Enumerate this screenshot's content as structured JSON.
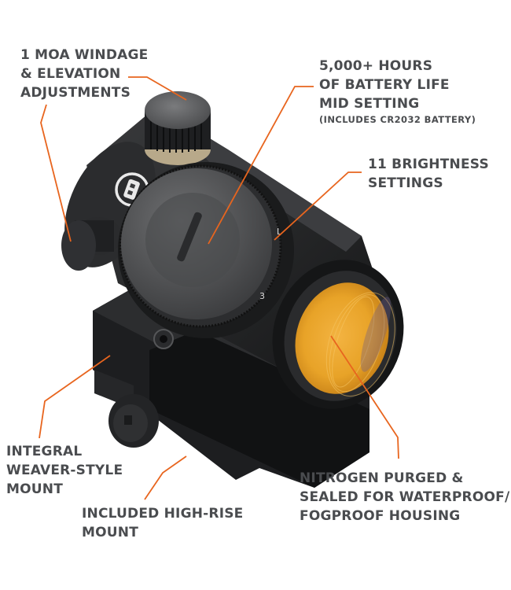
{
  "accent_color": "#e8651e",
  "text_color": "#4a4c4f",
  "product": {
    "type": "red dot sight",
    "logo_letter": "B"
  },
  "callouts": [
    {
      "id": "windage",
      "lines": [
        "1 MOA WINDAGE",
        "& ELEVATION",
        "ADJUSTMENTS"
      ]
    },
    {
      "id": "battery",
      "lines": [
        "5,000+ HOURS",
        "OF BATTERY LIFE",
        "MID SETTING"
      ],
      "note": "(INCLUDES CR2032 BATTERY)"
    },
    {
      "id": "brightness",
      "lines": [
        "11 BRIGHTNESS",
        "SETTINGS"
      ]
    },
    {
      "id": "weaver",
      "lines": [
        "INTEGRAL",
        "WEAVER-STYLE",
        "MOUNT"
      ]
    },
    {
      "id": "highrise",
      "lines": [
        "INCLUDED HIGH-RISE",
        "MOUNT"
      ]
    },
    {
      "id": "nitrogen",
      "lines": [
        "NITROGEN PURGED &",
        "SEALED FOR WATERPROOF/",
        "FOGPROOF HOUSING"
      ]
    }
  ]
}
